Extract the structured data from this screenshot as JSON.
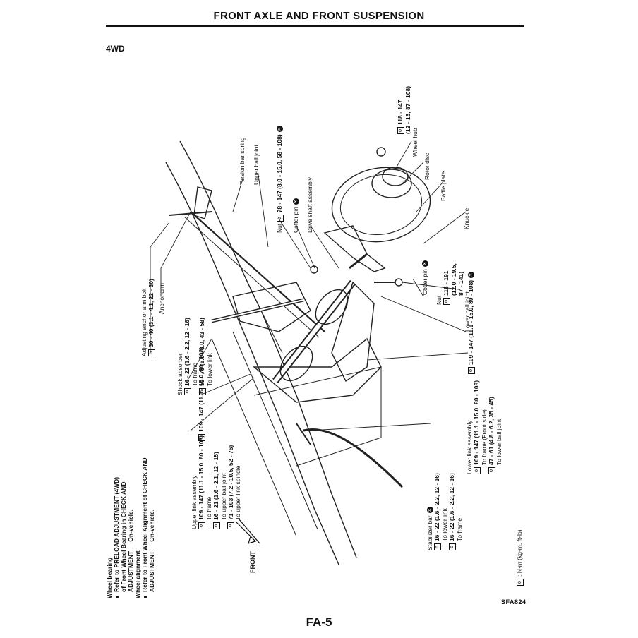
{
  "header": {
    "title": "FRONT AXLE AND FRONT SUSPENSION"
  },
  "section": "4WD",
  "notes": {
    "wheel_bearing_heading": "Wheel bearing",
    "wheel_bearing_line1": "Refer to PRELOAD ADJUSTMENT (4WD)",
    "wheel_bearing_line2": "of Front Wheel Bearing in CHECK AND",
    "wheel_bearing_line3": "ADJUSTMENT — On-vehicle.",
    "wheel_alignment_heading": "Wheel alignment",
    "wheel_alignment_line1": "Refer to Front Wheel Alignment of CHECK AND",
    "wheel_alignment_line2": "ADJUSTMENT — On-vehicle."
  },
  "labels": {
    "adj_bolt_name": "Adjusting anchor arm bolt",
    "adj_bolt_torque": "30 - 40 (3.1 - 4.1, 22 - 30)",
    "anchor_arm": "Anchor arm",
    "shock_name": "Shock absorber",
    "shock_t1": "16 - 22 (1.6 - 2.2, 12 - 16)",
    "shock_t1_to": "To frame",
    "shock_t2": "59 - 78 (6.0 - 8.0, 43 - 58)",
    "shock_t2_to": "To lower link",
    "upper_link_torque_top": "109 - 147 (11.1 - 15.0, 80 - 108)",
    "upper_link_name": "Upper link assembly",
    "upper_link_t1": "109 - 147 (11.1 - 15.0, 80 - 108)",
    "upper_link_t1_to": "To frame",
    "upper_link_t2": "16 - 21 (1.6 - 2.1, 12 - 15)",
    "upper_link_t2_to": "To upper ball joint",
    "upper_link_t3": "71 - 103 (7.2 - 10.5, 52 - 76)",
    "upper_link_t3_to": "To upper link spindle",
    "torsion_bar": "Torsion bar spring",
    "upper_ball_joint": "Upper ball joint",
    "nut_torque": "78 - 147 (8.0 - 15.0, 58 - 108)",
    "nut": "Nut",
    "cotter_pin": "Cotter pin",
    "drive_shaft": "Drive shaft assembly",
    "hub_torque_1": "118 - 147",
    "hub_torque_2": "(12 - 15, 87 - 108)",
    "wheel_hub": "Wheel hub",
    "rotor_disc": "Rotor disc",
    "baffle_plate": "Baffle plate",
    "knuckle": "Knuckle",
    "cotter_pin_2": "Cotter pin",
    "nut_2": "Nut",
    "lbj_torque_1": "118 - 191",
    "lbj_torque_2": "(12.0 - 19.5,",
    "lbj_torque_3": "87 - 141)",
    "lower_ball_joint": "Lower ball joint",
    "stab_name": "Stabilizer bar",
    "stab_t1": "16 - 22 (1.6 - 2.2, 12 - 16)",
    "stab_t1_to": "To lower link",
    "stab_t2": "16 - 22 (1.6 - 2.2, 12 - 16)",
    "stab_t2_to": "To frame",
    "lower_link_torque_top": "109 - 147 (11.1 - 15.0, 80 - 108)",
    "lower_link_name": "Lower link assembly",
    "lower_link_t1": "109 - 147 (11.1 - 15.0, 80 - 108)",
    "lower_link_t1_to": "To frame (Front side)",
    "lower_link_t2": "47 - 61 (4.8 - 6.2, 35 - 45)",
    "lower_link_t2_to": "To lower ball joint",
    "front": "FRONT",
    "legend": ": N·m (kg-m, ft-lb)"
  },
  "icons": {
    "torque": "torque-wrench-icon",
    "replace": "replace-x-icon"
  },
  "footer": {
    "figure_code": "SFA824",
    "page": "FA-5"
  }
}
